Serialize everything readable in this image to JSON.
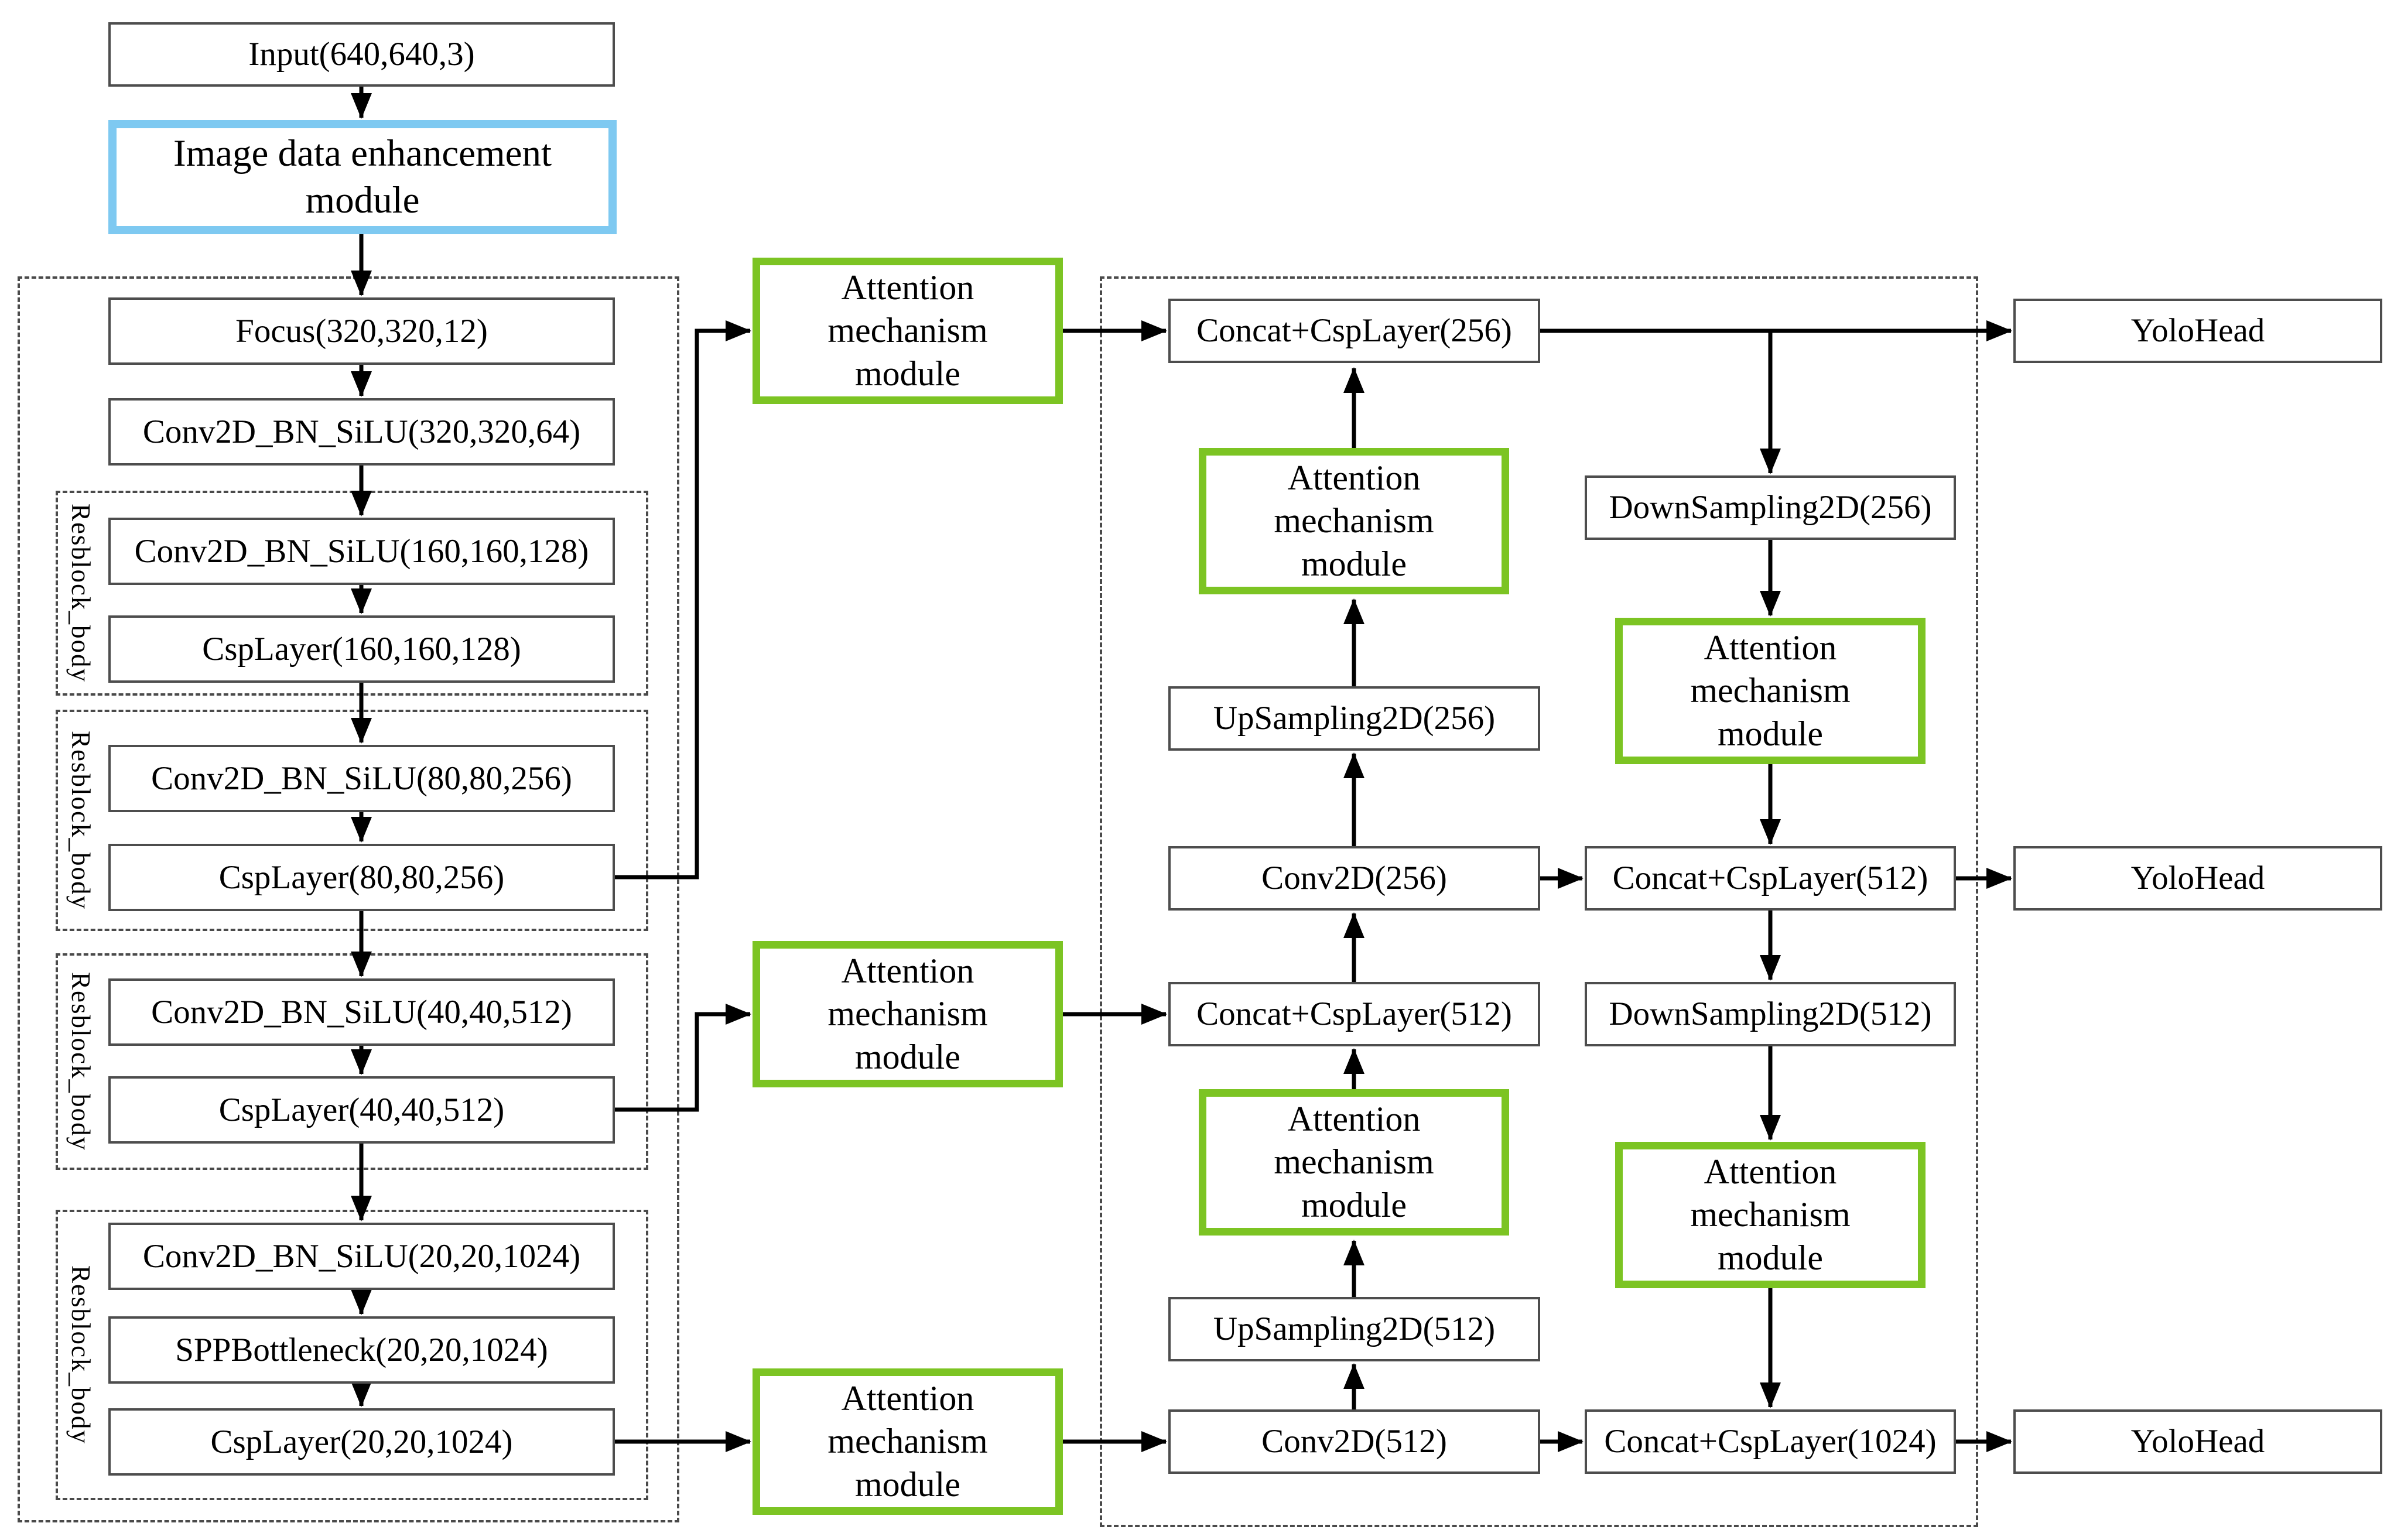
{
  "diagram": {
    "colors": {
      "attention_border": "#7cc423",
      "enhancement_border": "#7ec9f1",
      "box_border": "#4d4d4d",
      "wire": "#000000"
    },
    "backbone": {
      "input": "Input(640,640,3)",
      "enhancement": "Image data enhancement module",
      "focus": "Focus(320,320,12)",
      "conv320": "Conv2D_BN_SiLU(320,320,64)",
      "resblock_label": "Resblock_body",
      "conv160": "Conv2D_BN_SiLU(160,160,128)",
      "csp160": "CspLayer(160,160,128)",
      "conv80": "Conv2D_BN_SiLU(80,80,256)",
      "csp80": "CspLayer(80,80,256)",
      "conv40": "Conv2D_BN_SiLU(40,40,512)",
      "csp40": "CspLayer(40,40,512)",
      "conv20": "Conv2D_BN_SiLU(20,20,1024)",
      "spp": "SPPBottleneck(20,20,1024)",
      "csp20": "CspLayer(20,20,1024)"
    },
    "attention_label": "Attention mechanism module",
    "neck": {
      "concat256": "Concat+CspLayer(256)",
      "up256": "UpSampling2D(256)",
      "conv2d256": "Conv2D(256)",
      "concat512_mid": "Concat+CspLayer(512)",
      "up512": "UpSampling2D(512)",
      "conv2d512": "Conv2D(512)",
      "down256": "DownSampling2D(256)",
      "concat512_right": "Concat+CspLayer(512)",
      "down512": "DownSampling2D(512)",
      "concat1024": "Concat+CspLayer(1024)"
    },
    "heads": [
      "YoloHead",
      "YoloHead",
      "YoloHead"
    ]
  }
}
